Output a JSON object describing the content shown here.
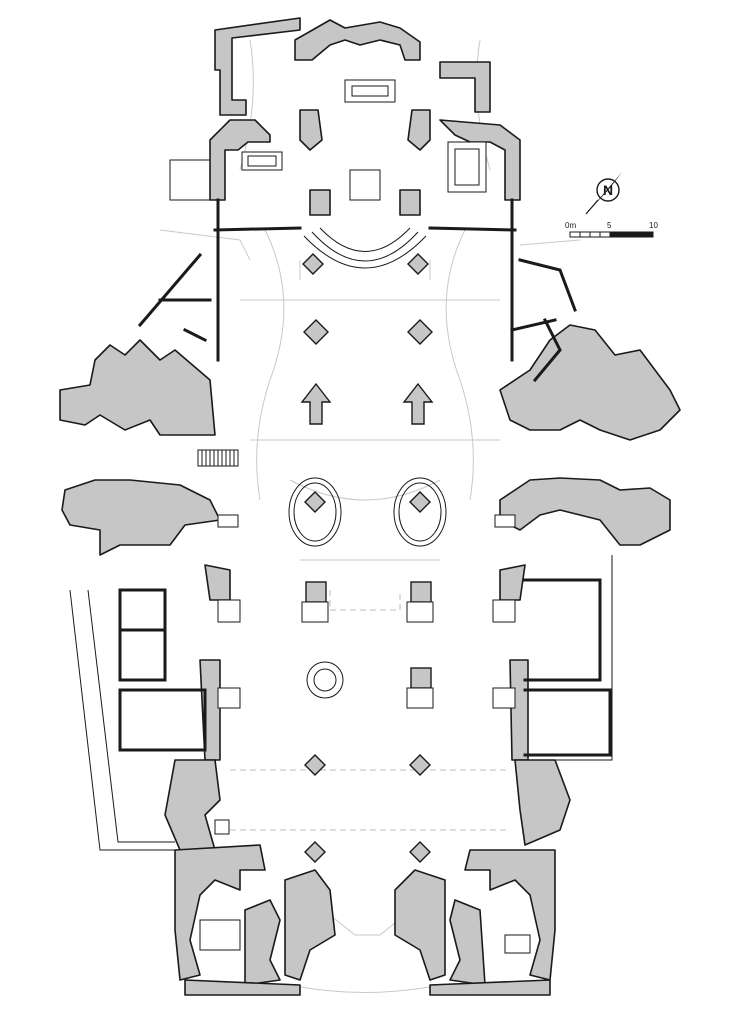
{
  "scale_bar": {
    "labels": [
      "0m",
      "5",
      "10"
    ]
  },
  "north_arrow": {
    "letter": "N",
    "icon": "north-arrow-icon"
  },
  "colors": {
    "wall_fill": "#c6c6c6",
    "outline": "#1a1a1a",
    "faint_lines": "#c9c9c9",
    "background": "#ffffff"
  }
}
